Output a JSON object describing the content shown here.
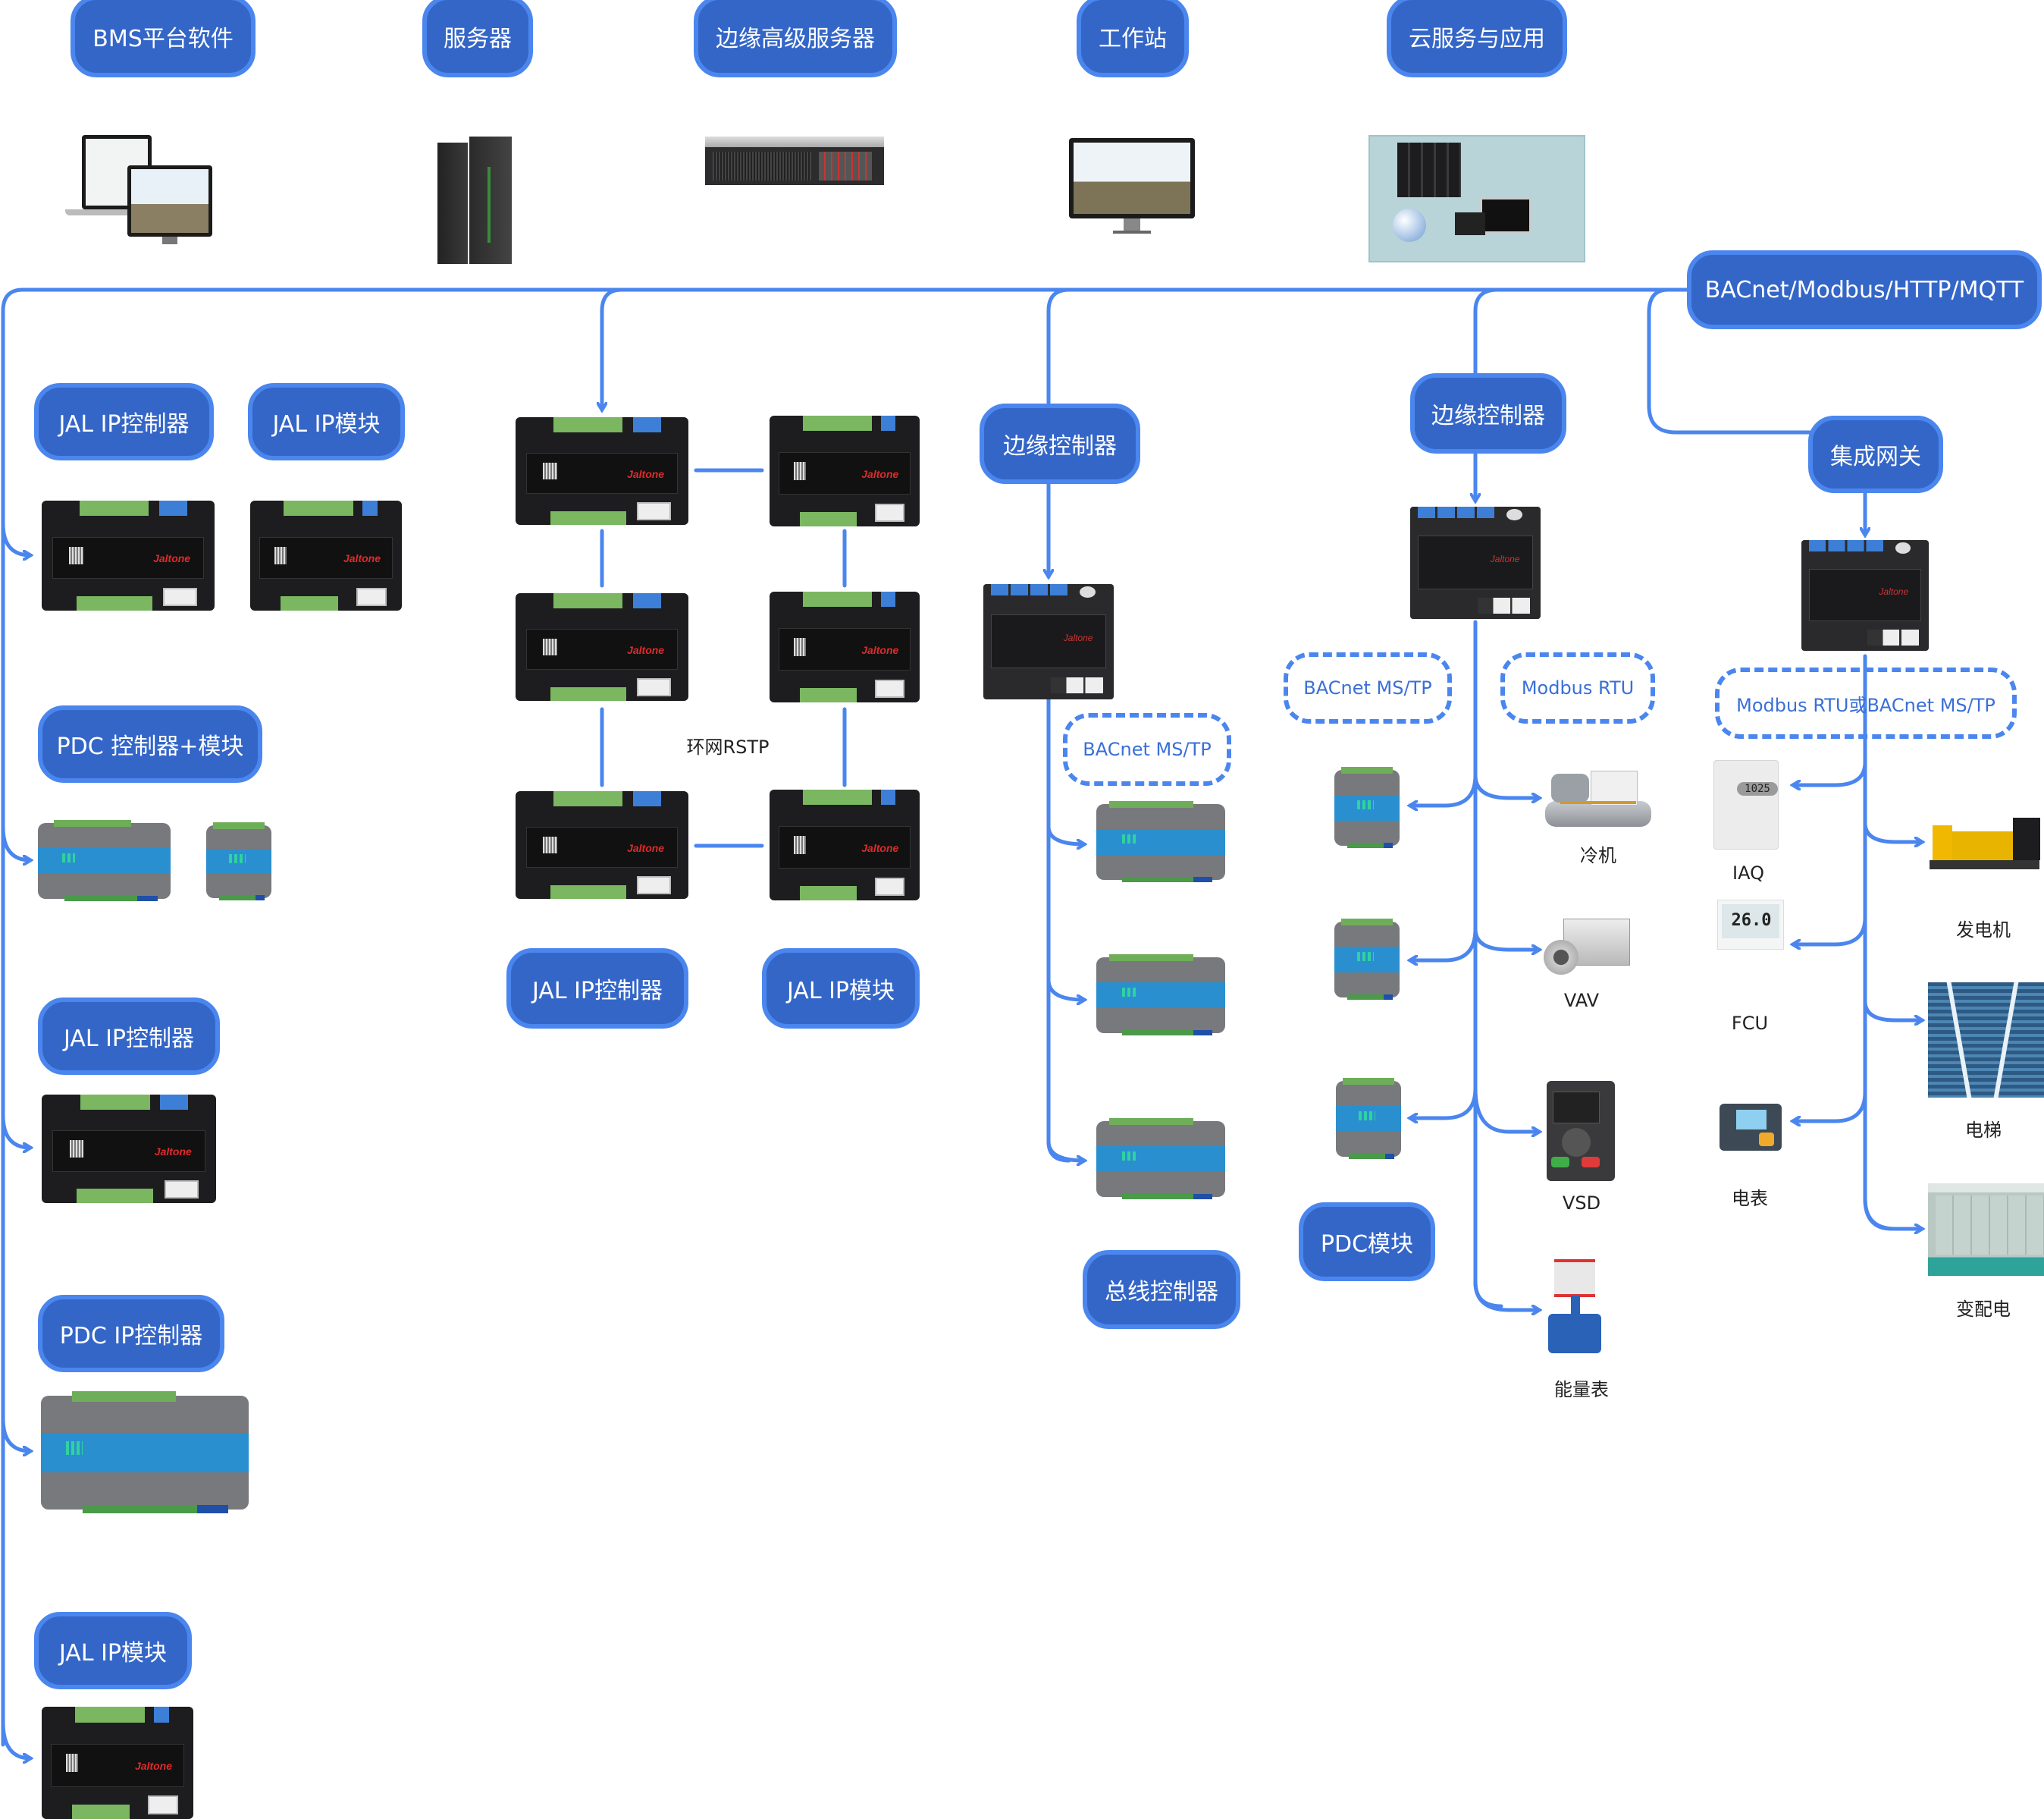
{
  "colors": {
    "pill_fill": "#3466c8",
    "pill_border": "#4a86ee",
    "wire": "#4a86ee",
    "dashed_text": "#3a6fd8"
  },
  "top_tier": [
    {
      "label": "BMS平台软件",
      "image": "laptop-and-monitor-software"
    },
    {
      "label": "服务器",
      "image": "tower-server"
    },
    {
      "label": "边缘高级服务器",
      "image": "rack-server"
    },
    {
      "label": "工作站",
      "image": "workstation-monitor"
    },
    {
      "label": "云服务与应用",
      "image": "cloud-datacenter"
    }
  ],
  "bus_protocol": "BACnet/Modbus/HTTP/MQTT",
  "left_column": [
    {
      "label": "JAL IP控制器"
    },
    {
      "label": "JAL IP模块"
    },
    {
      "label": "PDC 控制器+模块"
    },
    {
      "label": "JAL IP控制器"
    },
    {
      "label": "PDC IP控制器"
    },
    {
      "label": "JAL IP模块"
    }
  ],
  "ring": {
    "label": "环网RSTP",
    "controller_label": "JAL IP控制器",
    "module_label": "JAL IP模块"
  },
  "edge_controller_1": {
    "label": "边缘控制器",
    "protocol": "BACnet MS/TP",
    "footer_label": "总线控制器"
  },
  "edge_controller_2": {
    "label": "边缘控制器",
    "protocol_left": "BACnet MS/TP",
    "protocol_right": "Modbus RTU",
    "footer_label": "PDC模块",
    "devices": [
      {
        "caption": "冷机"
      },
      {
        "caption": "VAV"
      },
      {
        "caption": "VSD"
      },
      {
        "caption": "能量表"
      }
    ]
  },
  "gateway": {
    "label": "集成网关",
    "protocol": "Modbus RTU或BACnet MS/TP",
    "left_devices": [
      {
        "caption": "IAQ",
        "display": "1025"
      },
      {
        "caption": "FCU",
        "display": "26.0"
      },
      {
        "caption": "电表"
      }
    ],
    "right_devices": [
      {
        "caption": "发电机"
      },
      {
        "caption": "电梯"
      },
      {
        "caption": "变配电"
      }
    ]
  }
}
